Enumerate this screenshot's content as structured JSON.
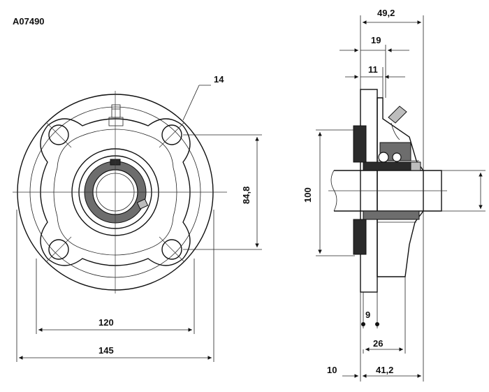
{
  "part_code": "A07490",
  "front_view": {
    "dim_bolt_hole": "14",
    "dim_bolt_vertical": "84,8",
    "dim_bolt_circle": "120",
    "dim_outer": "145"
  },
  "side_view": {
    "dim_total_width": "49,2",
    "dim_19": "19",
    "dim_11": "11",
    "dim_height": "100",
    "dim_9": "9",
    "dim_26": "26",
    "dim_10": "10",
    "dim_41_2": "41,2"
  }
}
